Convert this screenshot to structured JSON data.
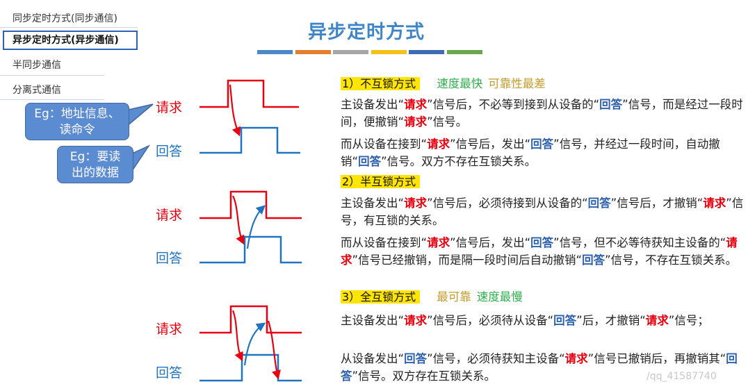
{
  "nav": {
    "items": [
      "同步定时方式(同步通信)",
      "异步定时方式(异步通信)",
      "半同步通信",
      "分离式通信"
    ],
    "active_index": 1
  },
  "title": "异步定时方式",
  "title_bar_colors": [
    "#4f88c6",
    "#e67e2f",
    "#a6a6a6",
    "#f2c21a",
    "#3e6cb3",
    "#69a84f"
  ],
  "callouts": {
    "address": "Eg：地址信息、\n读命令",
    "data": "Eg：要读\n出的数据"
  },
  "signals": {
    "request": "请求",
    "reply": "回答"
  },
  "sections": [
    {
      "heading": "1）不互锁方式",
      "tags": [
        {
          "text": "速度最快",
          "color": "#2fae4d"
        },
        {
          "text": "可靠性最差",
          "color": "#c49a2a"
        }
      ],
      "paragraphs": [
        [
          {
            "t": "主设备发出“"
          },
          {
            "t": "请求",
            "c": "red"
          },
          {
            "t": "”信号后，不必等到接到从设备的“"
          },
          {
            "t": "回答",
            "c": "blue"
          },
          {
            "t": "”信号，而是经过一段时间，便撤销“"
          },
          {
            "t": "请求",
            "c": "red"
          },
          {
            "t": "”信号。"
          }
        ],
        [
          {
            "t": "而从设备在接到“"
          },
          {
            "t": "请求",
            "c": "red"
          },
          {
            "t": "”信号后，发出“"
          },
          {
            "t": "回答",
            "c": "blue"
          },
          {
            "t": "”信号，并经过一段时间，自动撤销“"
          },
          {
            "t": "回答",
            "c": "blue"
          },
          {
            "t": "”信号。双方不存在互锁关系。"
          }
        ]
      ]
    },
    {
      "heading": "2）半互锁方式",
      "tags": [],
      "paragraphs": [
        [
          {
            "t": "主设备发出“"
          },
          {
            "t": "请求",
            "c": "red"
          },
          {
            "t": "”信号后，必须待接到从设备的“"
          },
          {
            "t": "回答",
            "c": "blue"
          },
          {
            "t": "”信号后，才撤销“"
          },
          {
            "t": "请求",
            "c": "red"
          },
          {
            "t": "”信号，有互锁的关系。"
          }
        ],
        [
          {
            "t": "而从设备在接到“"
          },
          {
            "t": "请求",
            "c": "red"
          },
          {
            "t": "”信号后，发出“"
          },
          {
            "t": "回答",
            "c": "blue"
          },
          {
            "t": "”信号，但不必等待获知主设备的“"
          },
          {
            "t": "请求",
            "c": "red"
          },
          {
            "t": "”信号已经撤销，而是隔一段时间后自动撤销“"
          },
          {
            "t": "回答",
            "c": "blue"
          },
          {
            "t": "”信号，不存在互锁关系。"
          }
        ]
      ]
    },
    {
      "heading": "3）全互锁方式",
      "tags": [
        {
          "text": "最可靠",
          "color": "#c49a2a"
        },
        {
          "text": "速度最慢",
          "color": "#2fae4d"
        }
      ],
      "paragraphs": [
        [
          {
            "t": "主设备发出“"
          },
          {
            "t": "请求",
            "c": "red"
          },
          {
            "t": "”信号后，必须待从设备“"
          },
          {
            "t": "回答",
            "c": "blue"
          },
          {
            "t": "”后，才撤销“"
          },
          {
            "t": "请求",
            "c": "red"
          },
          {
            "t": "”信号；"
          }
        ],
        [
          {
            "t": "从设备发出“"
          },
          {
            "t": "回答",
            "c": "blue"
          },
          {
            "t": "”信号，必须待获知主设备“"
          },
          {
            "t": "请求",
            "c": "red"
          },
          {
            "t": "”信号已撤销后，再撤销其“"
          },
          {
            "t": "回答",
            "c": "blue"
          },
          {
            "t": "”信号。双方存在互锁关系。"
          }
        ]
      ]
    }
  ],
  "watermark": "/qq_41587740",
  "colors": {
    "request": "#e8000e",
    "reply": "#1f73c0",
    "accent": "#3f86c8"
  }
}
